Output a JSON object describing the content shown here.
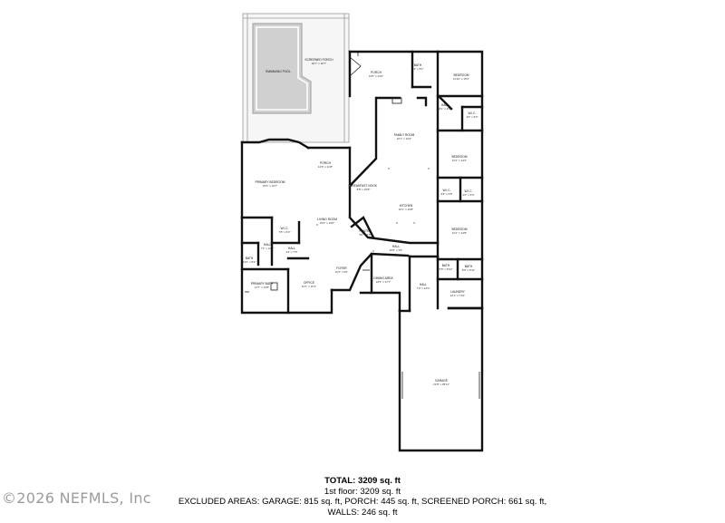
{
  "rooms": [
    {
      "id": "screened-porch",
      "name": "SCREENED PORCH",
      "dims": "26'7\" x 36'7\""
    },
    {
      "id": "swimming-pool",
      "name": "SWIMMING POOL",
      "dims": ""
    },
    {
      "id": "porch-top",
      "name": "PORCH",
      "dims": "13'6\" x 21'0\""
    },
    {
      "id": "bath-top",
      "name": "BATH",
      "dims": "7'4\" x 8'1\""
    },
    {
      "id": "bedroom-1",
      "name": "BEDROOM",
      "dims": "11'10\" x 15'2\""
    },
    {
      "id": "hall-1",
      "name": "HALL",
      "dims": "8'1\" x 3'6\""
    },
    {
      "id": "wic-1",
      "name": "W.I.C.",
      "dims": "4'0\" x 6'3\""
    },
    {
      "id": "family-room",
      "name": "FAMILY ROOM",
      "dims": "16'7\" x 19'4\""
    },
    {
      "id": "bedroom-2",
      "name": "BEDROOM",
      "dims": "12'1\" x 14'2\""
    },
    {
      "id": "primary-bedroom",
      "name": "PRIMARY BEDROOM",
      "dims": "15'3\" x 19'7\""
    },
    {
      "id": "porch-mid",
      "name": "PORCH",
      "dims": "14'6\" x 11'8\""
    },
    {
      "id": "breakfast-nook",
      "name": "BREAKFAST NOOK",
      "dims": "8'8\" x 10'8\""
    },
    {
      "id": "wic-2",
      "name": "W.I.C.",
      "dims": "5'9\" x 6'8\""
    },
    {
      "id": "wic-3",
      "name": "W.I.C.",
      "dims": "4'0\" x 6'3\""
    },
    {
      "id": "kitchen",
      "name": "KITCHEN",
      "dims": "16'1\" x 19'8\""
    },
    {
      "id": "living-room",
      "name": "LIVING ROOM",
      "dims": "16'0\" x 19'0\""
    },
    {
      "id": "wic-4",
      "name": "W.I.C.",
      "dims": "7'8\" x 6'3\""
    },
    {
      "id": "bedroom-3",
      "name": "BEDROOM",
      "dims": "12'1\" x 14'8\""
    },
    {
      "id": "pantry",
      "name": "PANTRY",
      "dims": "5'5\" x 7'5\""
    },
    {
      "id": "hall-2",
      "name": "HALL",
      "dims": "7'1\" x 12'7\""
    },
    {
      "id": "hall-3",
      "name": "HALL",
      "dims": "3'4\" x 7'6\""
    },
    {
      "id": "hall-4",
      "name": "HALL",
      "dims": "20'5\" x 3'5\""
    },
    {
      "id": "bath-left",
      "name": "BATH",
      "dims": "5'10\" x 8'3\""
    },
    {
      "id": "bath-r1",
      "name": "BATH",
      "dims": "5'5\" x 5'10\""
    },
    {
      "id": "bath-r2",
      "name": "BATH",
      "dims": "8'0\" x 5'11\""
    },
    {
      "id": "foyer",
      "name": "FOYER",
      "dims": "11'6\" x 9'0\""
    },
    {
      "id": "office",
      "name": "OFFICE",
      "dims": "13'1\" x 16'1\""
    },
    {
      "id": "dining-area",
      "name": "DINING AREA",
      "dims": "16'5\" x 17'7\""
    },
    {
      "id": "primary-bath",
      "name": "PRIMARY BATH",
      "dims": "11'7\" x 13'8\""
    },
    {
      "id": "hall-5",
      "name": "HALL",
      "dims": "7'2\" x 14'0\""
    },
    {
      "id": "laundry",
      "name": "LAUNDRY",
      "dims": "12'1\" x 7'10\""
    },
    {
      "id": "garage",
      "name": "GARAGE",
      "dims": "21'8\" x 35'11\""
    }
  ],
  "summary": {
    "total": "TOTAL: 3209 sq. ft",
    "floor": "1st floor: 3209 sq. ft",
    "excluded": "EXCLUDED AREAS: GARAGE: 815 sq. ft, PORCH: 445 sq. ft, SCREENED PORCH: 661 sq. ft,",
    "walls": "WALLS: 246 sq. ft"
  },
  "watermark": "©2026 NEFMLS, Inc"
}
